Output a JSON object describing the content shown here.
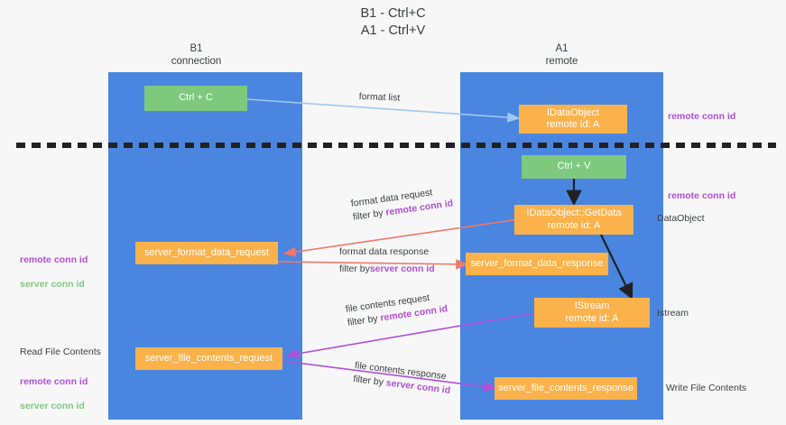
{
  "title": "B1 - Ctrl+C\nA1 - Ctrl+V",
  "lanes": [
    {
      "header": "B1\nconnection",
      "name": "B1",
      "role": "connection"
    },
    {
      "header": "A1\nremote",
      "name": "A1",
      "role": "remote"
    }
  ],
  "colors": {
    "lane": "#4a86e0",
    "green_box": "#7ec97e",
    "orange_box": "#fbb24a",
    "purple_text": "#b14fd8",
    "green_text": "#7ec97e",
    "format_list_arrow": "#9fc9f0",
    "format_data_arrow": "#f0776a",
    "file_contents_arrow": "#b14fd8",
    "divider": "#202124",
    "background": "#f7f7f7",
    "text": "#3c4043"
  },
  "boxes": {
    "ctrl_c": "Ctrl + C",
    "ctrl_v": "Ctrl + V",
    "idataobject": "IDataObject\nremote id: A",
    "idataobject_getdata": "IDataObject::GetData\nremote id: A",
    "istream": "IStream\nremote id: A",
    "server_format_data_request": "server_format_data_request",
    "server_format_data_response": "server_format_data_response",
    "server_file_contents_request": "server_file_contents_request",
    "server_file_contents_response": "server_file_contents_response"
  },
  "edge_labels": {
    "format_list": "format list",
    "format_data_request": "format data request",
    "format_data_request_filter_prefix": "filter by ",
    "format_data_request_filter_key": "remote conn id",
    "format_data_response": "format data response",
    "format_data_response_filter_prefix": "filter by ",
    "format_data_response_filter_key": "server conn id",
    "file_contents_request": "file contents request",
    "file_contents_request_filter_prefix": "filter by ",
    "file_contents_request_filter_key": "remote conn id",
    "file_contents_response": "file contents response",
    "file_contents_response_filter_prefix": "filter by ",
    "file_contents_response_filter_key": "server conn id"
  },
  "annotations": {
    "right_remote_conn_id_top": "remote conn id",
    "right_remote_conn_id_mid": "remote conn id",
    "right_dataobject": "DataObject",
    "right_istream": "Istream",
    "right_write_file_contents": "Write File Contents",
    "left_conn_ids_remote": "remote conn id",
    "left_conn_ids_server": "server conn id",
    "left_read_file_contents": "Read File Contents",
    "left_conn_ids2_remote": "remote conn id",
    "left_conn_ids2_server": "server conn id"
  }
}
